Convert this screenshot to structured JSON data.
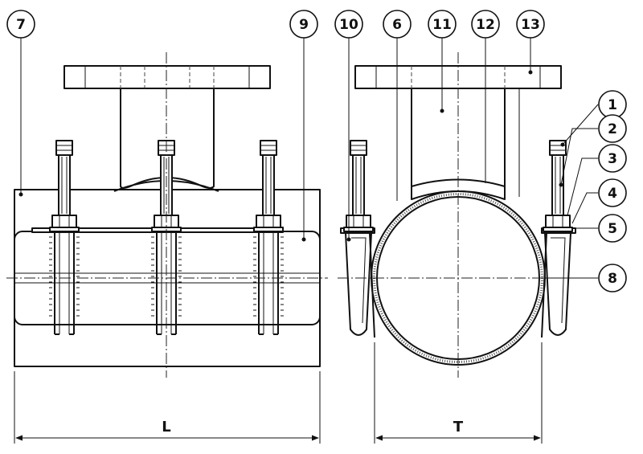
{
  "callouts": {
    "c1": "1",
    "c2": "2",
    "c3": "3",
    "c4": "4",
    "c5": "5",
    "c6": "6",
    "c7": "7",
    "c8": "8",
    "c9": "9",
    "c10": "10",
    "c11": "11",
    "c12": "12",
    "c13": "13"
  },
  "dimensions": {
    "length": "L",
    "width": "T"
  },
  "colors": {
    "line": "#111111",
    "background": "#ffffff"
  }
}
